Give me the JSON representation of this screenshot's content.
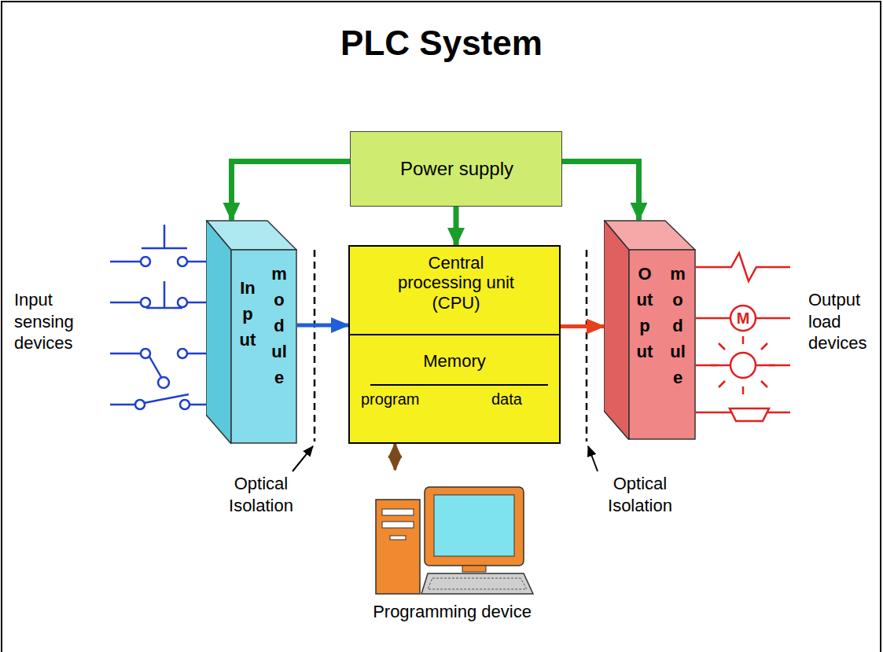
{
  "diagram": {
    "title": "PLC System",
    "nodes": [
      {
        "text": [
          "Power supply"
        ]
      },
      {
        "text": [
          "Input",
          "module"
        ]
      },
      {
        "text": [
          "Central processing unit (CPU)"
        ]
      },
      {
        "text": [
          "Memory",
          "program",
          "data"
        ]
      },
      {
        "text": [
          "Output",
          "module"
        ]
      },
      {
        "text": [
          "Programming device"
        ]
      }
    ],
    "edges": [
      {
        "from": 0,
        "to": 1,
        "arrow": "to"
      },
      {
        "from": 0,
        "to": 2,
        "arrow": "to"
      },
      {
        "from": 0,
        "to": 4,
        "arrow": "to"
      },
      {
        "from": 1,
        "to": 2,
        "arrow": "to"
      },
      {
        "from": 2,
        "to": 4,
        "arrow": "to"
      },
      {
        "from": 3,
        "to": 5,
        "arrow": "both"
      }
    ],
    "labels": [
      "Input sensing devices",
      "Output load devices",
      "Optical Isolation",
      "Optical Isolation",
      "M"
    ]
  }
}
